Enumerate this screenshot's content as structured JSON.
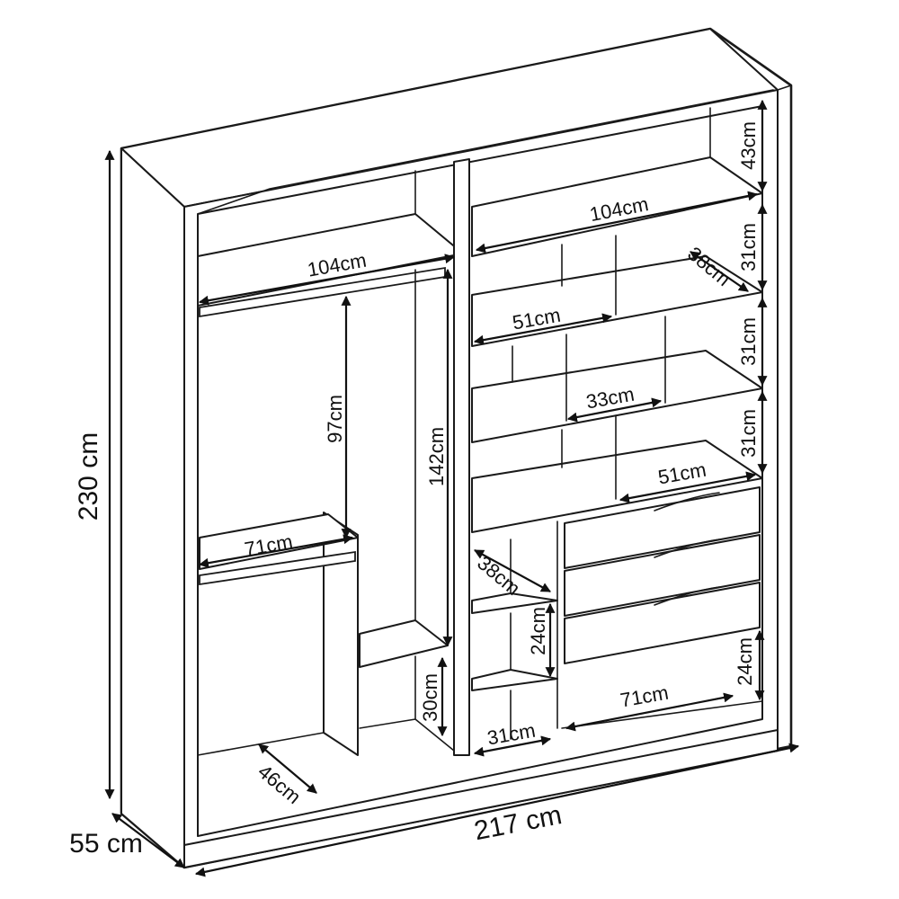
{
  "overall": {
    "height": "230 cm",
    "width": "217 cm",
    "depth": "55 cm"
  },
  "left_section": {
    "top_shelf_width": "104cm",
    "hanging_height_upper": "97cm",
    "hanging_height_long": "142cm",
    "lower_shelf_width": "71cm",
    "bottom_depth": "46cm",
    "small_shelf_height": "30cm"
  },
  "right_section": {
    "top_shelf_width": "104cm",
    "top_height": "43cm",
    "shelf_height_1": "31cm",
    "shelf_height_2": "31cm",
    "shelf_height_3": "31cm",
    "shelf_depth": "38cm",
    "cubby_width_1": "51cm",
    "cubby_width_2": "33cm",
    "cubby_width_3": "51cm",
    "side_depth": "38cm",
    "side_height": "24cm",
    "side_bottom_width": "31cm",
    "drawer_bottom_width": "71cm",
    "drawer_bottom_height": "24cm"
  }
}
